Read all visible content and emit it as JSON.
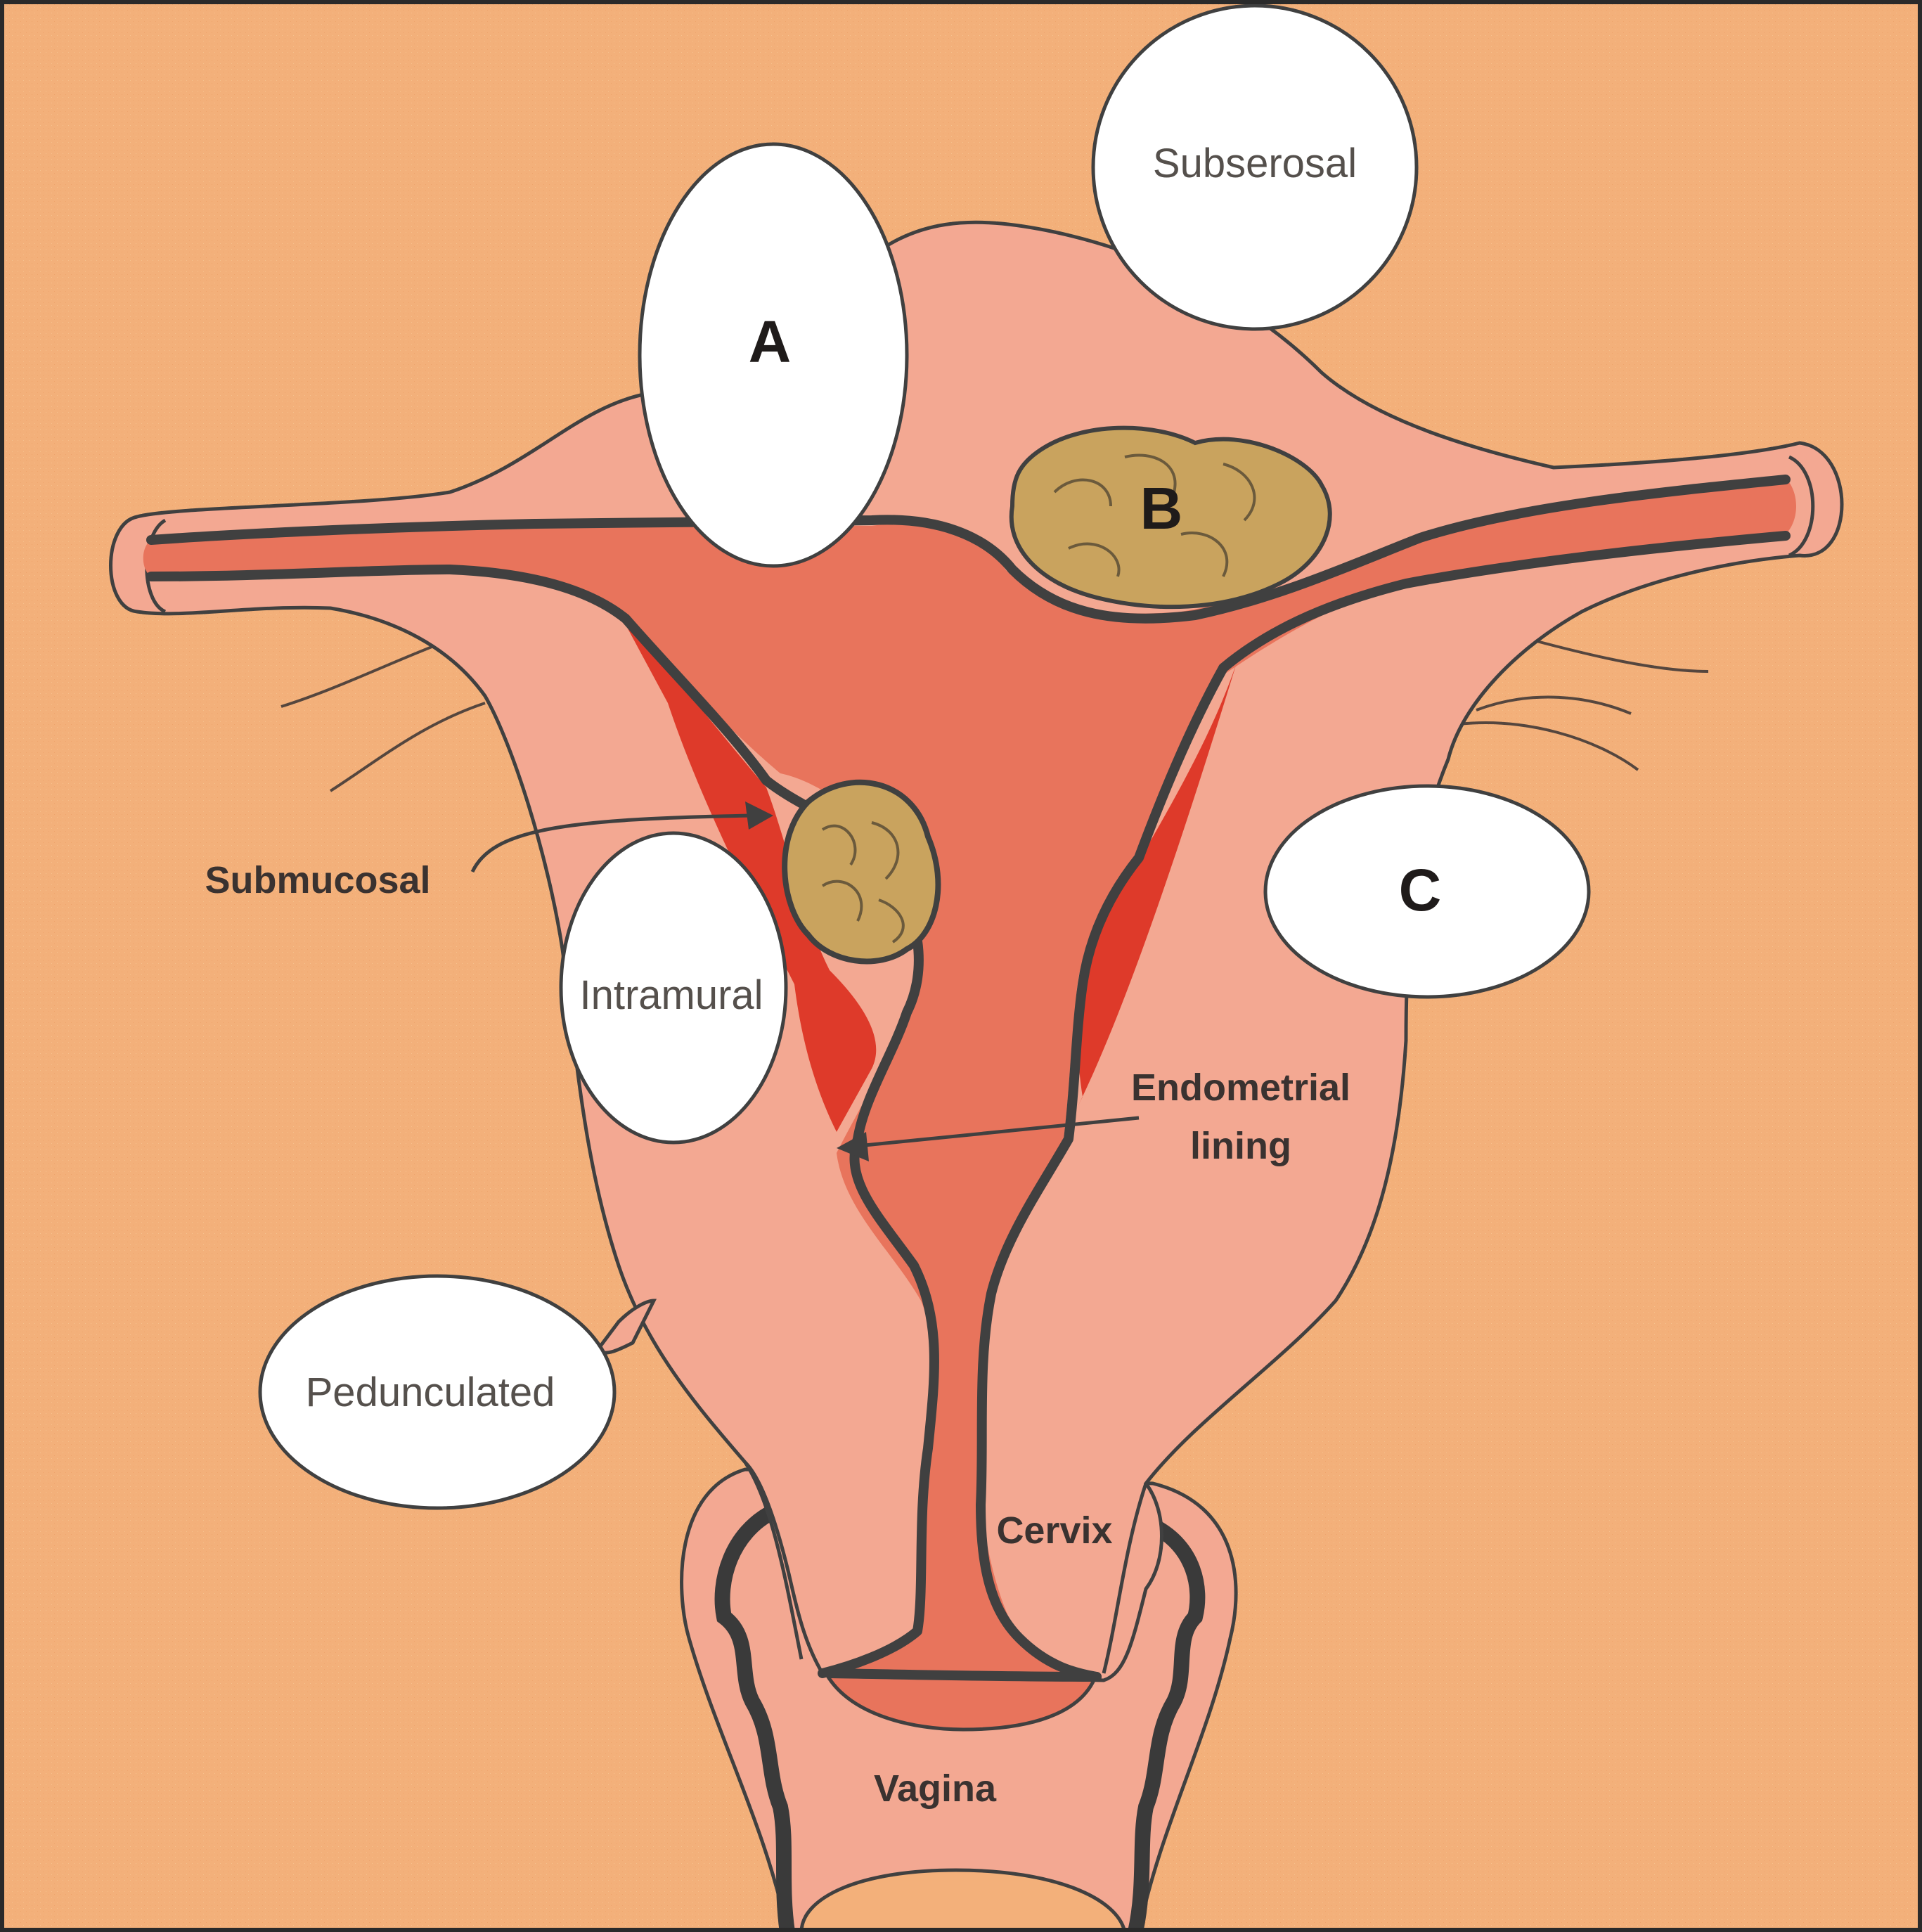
{
  "labels": {
    "a": "A",
    "b": "B",
    "c": "C",
    "subserosal": "Subserosal",
    "submucosal": "Submucosal",
    "intramural": "Intramural",
    "endometrial_line1": "Endometrial",
    "endometrial_line2": "lining",
    "pedunculated": "Pedunculated",
    "cervix": "Cervix",
    "vagina": "Vagina"
  },
  "colors": {
    "background": "#f3b07a",
    "uterus_wall": "#f3a892",
    "cavity": "#e8745c",
    "lining_red": "#de3a2a",
    "fibroid_nodule": "#c9a35e",
    "label_bubble": "#ffffff",
    "outline": "#404040"
  }
}
